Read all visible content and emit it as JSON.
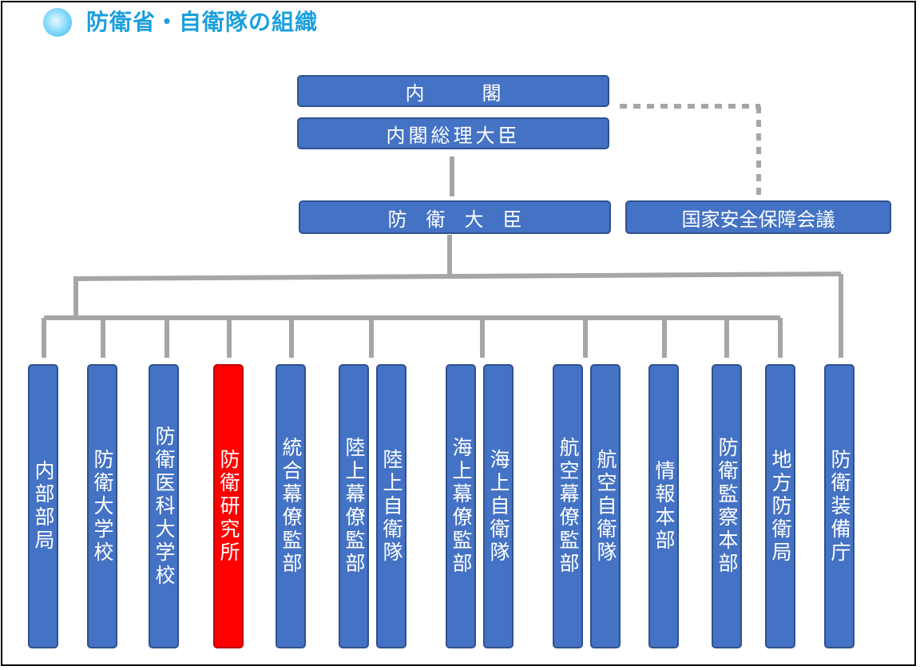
{
  "title": "防衛省・自衛隊の組織",
  "top_boxes": {
    "cabinet": "内　　　閣",
    "prime_minister": "内閣総理大臣",
    "defense_minister": "防　衛　大　臣",
    "nsc": "国家安全保障会議"
  },
  "units": [
    {
      "label": "内部部局",
      "highlight": false
    },
    {
      "label": "防衛大学校",
      "highlight": false
    },
    {
      "label": "防衛医科大学校",
      "highlight": false
    },
    {
      "label": "防衛研究所",
      "highlight": true
    },
    {
      "label": "統合幕僚監部",
      "highlight": false
    },
    {
      "label": "陸上幕僚監部",
      "highlight": false
    },
    {
      "label": "陸上自衛隊",
      "highlight": false
    },
    {
      "label": "海上幕僚監部",
      "highlight": false
    },
    {
      "label": "海上自衛隊",
      "highlight": false
    },
    {
      "label": "航空幕僚監部",
      "highlight": false
    },
    {
      "label": "航空自衛隊",
      "highlight": false
    },
    {
      "label": "情報本部",
      "highlight": false
    },
    {
      "label": "防衛監察本部",
      "highlight": false
    },
    {
      "label": "地方防衛局",
      "highlight": false
    },
    {
      "label": "防衛装備庁",
      "highlight": false
    }
  ],
  "colors": {
    "box": "#4472c4",
    "highlight": "#ff0000",
    "title": "#1a9fde",
    "line": "#a6a6a6"
  }
}
